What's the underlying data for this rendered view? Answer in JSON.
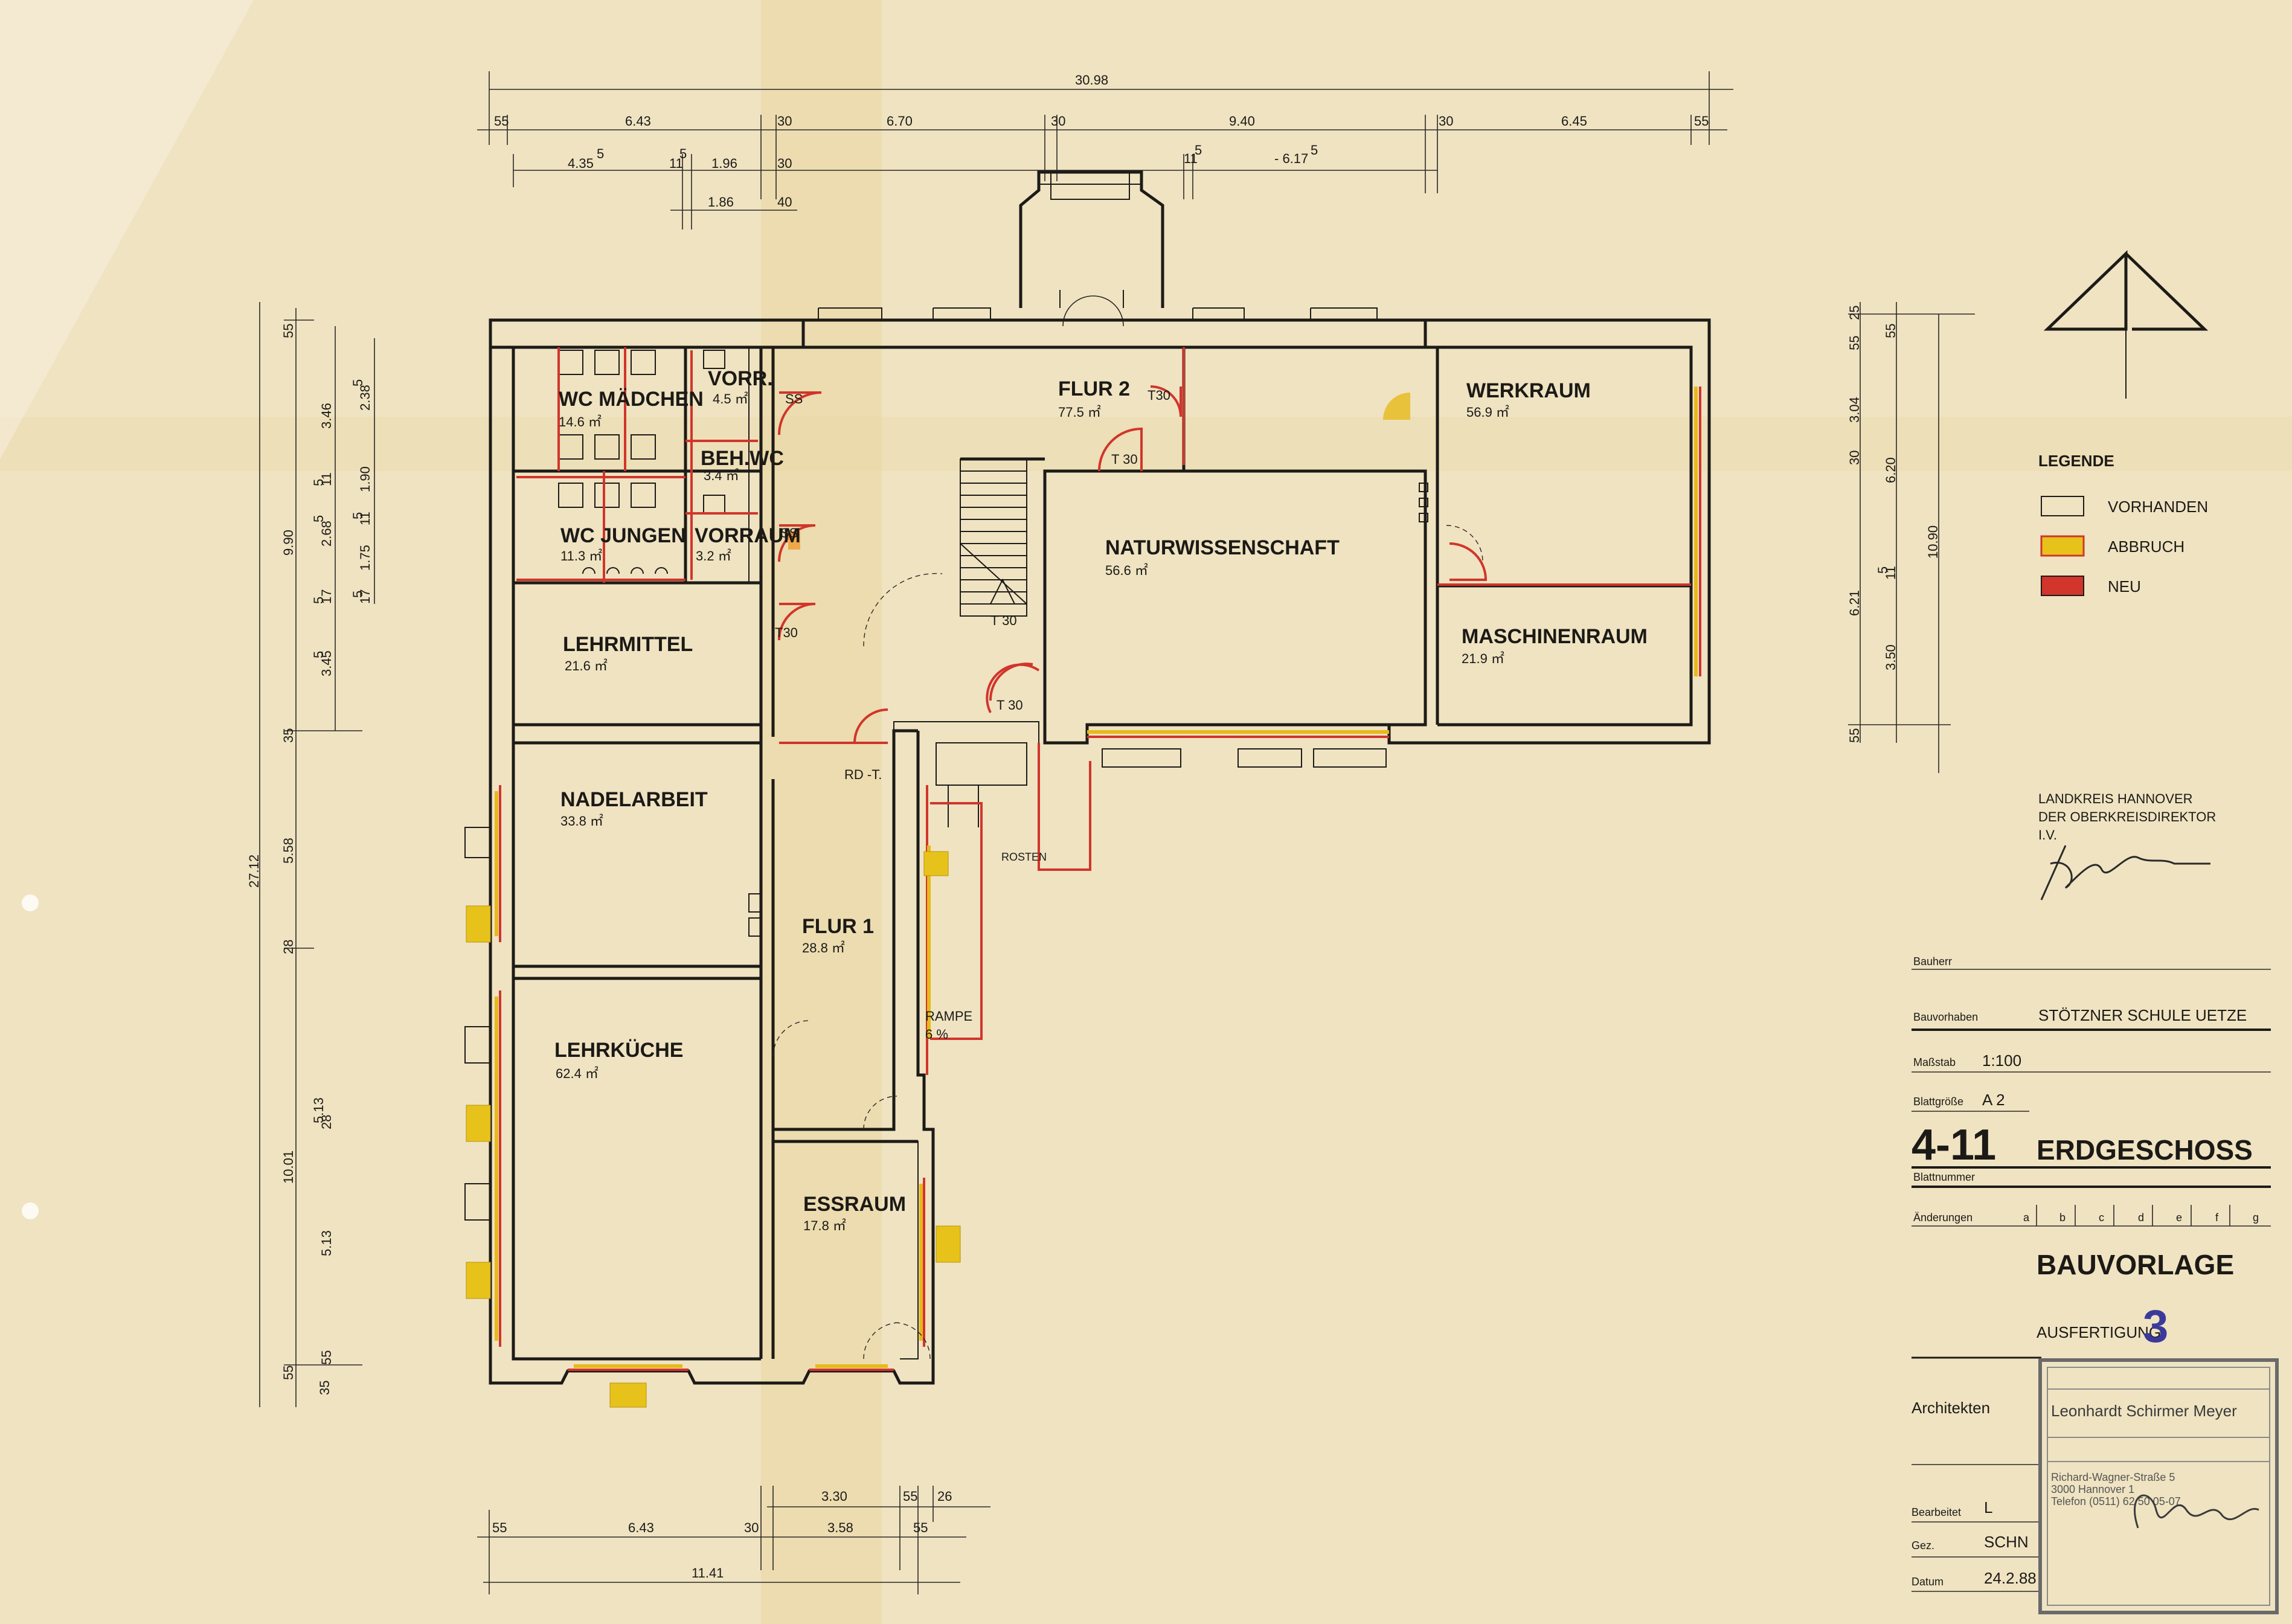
{
  "drawing": {
    "top_dims": {
      "overall": "30.98",
      "row1": [
        "55",
        "6.43",
        "30",
        "6.70",
        "30",
        "9.40",
        "30",
        "6.45",
        "55"
      ],
      "row2": [
        "4.35",
        "5",
        "11",
        "5",
        "1.96",
        "30",
        "11",
        "5",
        "- 6.17",
        "5"
      ],
      "row3": [
        "1.86",
        "40"
      ]
    },
    "bottom_dims": {
      "row1": [
        "3.30",
        "55",
        "26"
      ],
      "row2": [
        "55",
        "6.43",
        "30",
        "3.58",
        "55"
      ],
      "overall": "11.41"
    },
    "left_dims": {
      "outer": "27.12",
      "seg_a": [
        "55",
        "9.90",
        "35",
        "5.58",
        "28",
        "10.01",
        "55",
        "35"
      ],
      "seg_b": [
        "3.46",
        "11",
        "5",
        "2.68",
        "5",
        "17",
        "5",
        "3.45",
        "5"
      ],
      "seg_c": [
        "2.38",
        "5",
        "1.90",
        "11",
        "5",
        "1.75",
        "17",
        "5",
        "28",
        "5.13",
        "55"
      ]
    },
    "right_dims": {
      "a": [
        "25",
        "55",
        "3.04",
        "30",
        "6.21",
        "55"
      ],
      "b": [
        "55",
        "6.20",
        "11",
        "5",
        "3.50"
      ],
      "c": "10.90"
    },
    "rooms": [
      {
        "name": "WC MÄDCHEN",
        "area": "14.6 ㎡"
      },
      {
        "name": "VORR.",
        "area": "4.5 ㎡"
      },
      {
        "name": "BEH.WC",
        "area": "3.4 ㎡"
      },
      {
        "name": "WC JUNGEN",
        "area": "11.3 ㎡"
      },
      {
        "name": "VORRAUM",
        "area": "3.2 ㎡"
      },
      {
        "name": "LEHRMITTEL",
        "area": "21.6 ㎡"
      },
      {
        "name": "NADELARBEIT",
        "area": "33.8 ㎡"
      },
      {
        "name": "LEHRKÜCHE",
        "area": "62.4 ㎡"
      },
      {
        "name": "FLUR 1",
        "area": "28.8 ㎡"
      },
      {
        "name": "ESSRAUM",
        "area": "17.8 ㎡"
      },
      {
        "name": "FLUR 2",
        "area": "77.5 ㎡"
      },
      {
        "name": "NATURWISSENSCHAFT",
        "area": "56.6 ㎡"
      },
      {
        "name": "WERKRAUM",
        "area": "56.9 ㎡"
      },
      {
        "name": "MASCHINENRAUM",
        "area": "21.9 ㎡"
      }
    ],
    "door_labels": [
      "SS",
      "SS",
      "T30",
      "T 30",
      "T30",
      "T 30",
      "T 30",
      "RD -T.",
      "ROSTEN",
      "RAMPE",
      "6 %"
    ]
  },
  "legend": {
    "title": "LEGENDE",
    "items": [
      {
        "label": "VORHANDEN",
        "color": "#efe3c2"
      },
      {
        "label": "ABBRUCH",
        "color": "#e7c21a"
      },
      {
        "label": "NEU",
        "color": "#d1352b"
      }
    ]
  },
  "authority": {
    "line1": "LANDKREIS HANNOVER",
    "line2": "DER OBERKREISDIREKTOR",
    "line3": "I.V."
  },
  "title_block": {
    "bauherr_label": "Bauherr",
    "bauvorhaben_label": "Bauvorhaben",
    "bauvorhaben": "STÖTZNER SCHULE UETZE",
    "massstab_label": "Maßstab",
    "massstab": "1:100",
    "blattgroesse_label": "Blattgröße",
    "blattgroesse": "A 2",
    "blattnummer": "4-11",
    "blattnummer_label": "Blattnummer",
    "blattname": "ERDGESCHOSS",
    "aenderungen_label": "Änderungen",
    "aenderungen_cols": [
      "a",
      "b",
      "c",
      "d",
      "e",
      "f",
      "g"
    ],
    "bauvorlage": "BAUVORLAGE",
    "ausfertigung_label": "AUSFERTIGUNG",
    "ausfertigung": "3",
    "architekten_label": "Architekten",
    "architekten": "Leonhardt  Schirmer  Meyer",
    "address1": "Richard-Wagner-Straße 5",
    "address2": "3000 Hannover 1",
    "phone": "Telefon (0511) 62 50 05-07",
    "bearbeitet_label": "Bearbeitet",
    "bearbeitet": "L",
    "gez_label": "Gez.",
    "gez": "SCHN",
    "datum_label": "Datum",
    "datum": "24.2.88"
  },
  "icons": [
    "north-arrow-icon",
    "signature-icon",
    "architect-stamp-icon"
  ]
}
